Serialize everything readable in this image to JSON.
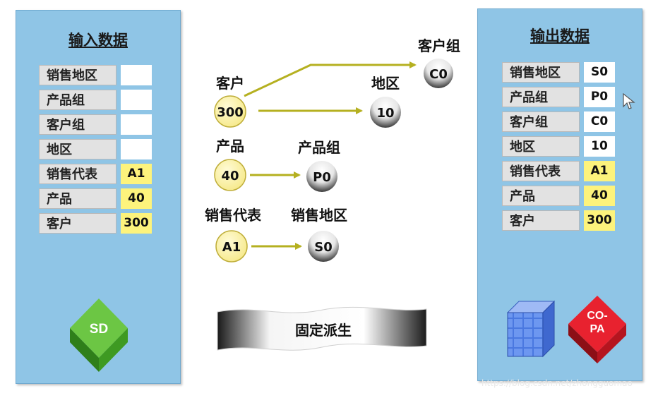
{
  "input_panel": {
    "title": "输入数据",
    "rows": [
      {
        "label": "销售地区",
        "value": ""
      },
      {
        "label": "产品组",
        "value": ""
      },
      {
        "label": "客户组",
        "value": ""
      },
      {
        "label": "地区",
        "value": ""
      },
      {
        "label": "销售代表",
        "value": "A1"
      },
      {
        "label": "产品",
        "value": "40"
      },
      {
        "label": "客户",
        "value": "300"
      }
    ],
    "badge": "SD"
  },
  "output_panel": {
    "title": "输出数据",
    "rows": [
      {
        "label": "销售地区",
        "value": "S0"
      },
      {
        "label": "产品组",
        "value": "P0"
      },
      {
        "label": "客户组",
        "value": "C0"
      },
      {
        "label": "地区",
        "value": "10"
      },
      {
        "label": "销售代表",
        "value": "A1"
      },
      {
        "label": "产品",
        "value": "40"
      },
      {
        "label": "客户",
        "value": "300"
      }
    ],
    "badge": "CO-PA"
  },
  "flow": {
    "customer": {
      "label": "客户",
      "value": "300"
    },
    "customer_group": {
      "label": "客户组",
      "value": "C0"
    },
    "region": {
      "label": "地区",
      "value": "10"
    },
    "product": {
      "label": "产品",
      "value": "40"
    },
    "product_group": {
      "label": "产品组",
      "value": "P0"
    },
    "sales_rep": {
      "label": "销售代表",
      "value": "A1"
    },
    "sales_region": {
      "label": "销售地区",
      "value": "S0"
    },
    "fixed_derivation": "固定派生"
  },
  "watermark": "https://blog.csdn.net/zhongguomao",
  "colors": {
    "panel": "#8fc5e6",
    "yellow": "#fdf37c",
    "arrow": "#b5b020",
    "sd_green": "#4caf2a",
    "copa_red": "#d91c2a"
  }
}
